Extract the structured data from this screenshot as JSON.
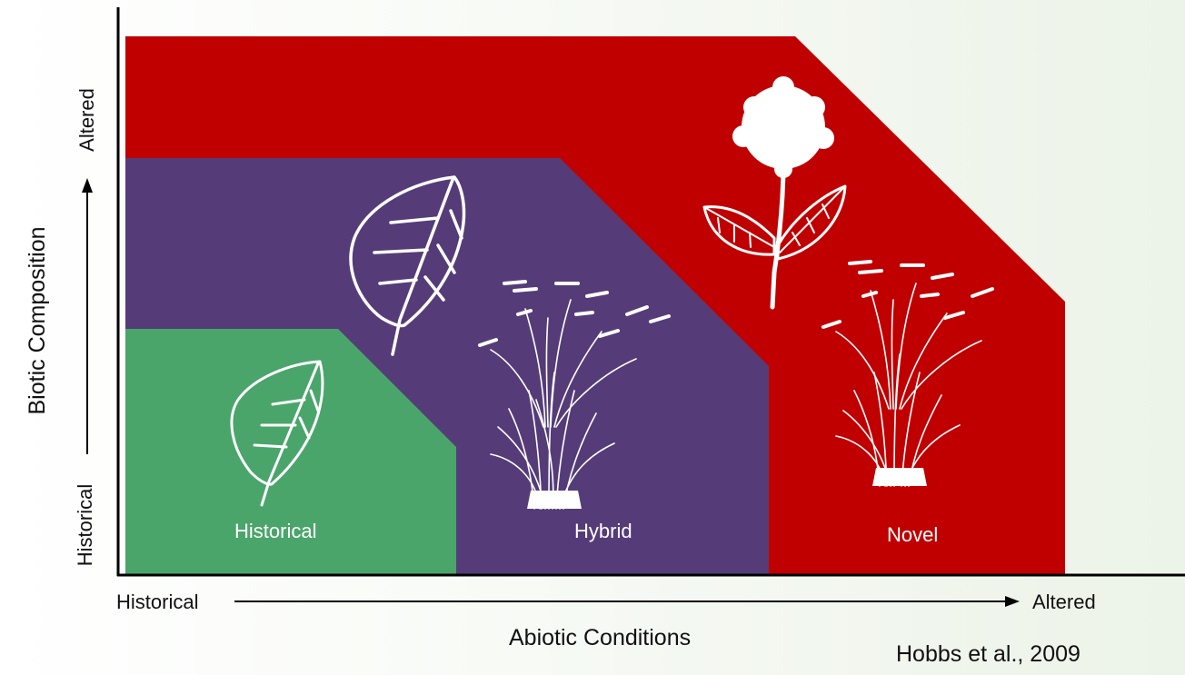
{
  "diagram": {
    "zones": {
      "historical": {
        "label": "Historical",
        "color": "#4aa56b"
      },
      "hybrid": {
        "label": "Hybrid",
        "color": "#553c78"
      },
      "novel": {
        "label": "Novel",
        "color": "#c00000"
      }
    },
    "x_axis": {
      "title": "Abiotic Conditions",
      "start_label": "Historical",
      "end_label": "Altered"
    },
    "y_axis": {
      "title": "Biotic Composition",
      "start_label": "Historical",
      "end_label": "Altered"
    },
    "citation": "Hobbs et al., 2009",
    "illustrations": [
      "leaf-icon",
      "leaf-icon",
      "grass-tuft-icon",
      "grass-tuft-icon",
      "flower-icon"
    ]
  }
}
